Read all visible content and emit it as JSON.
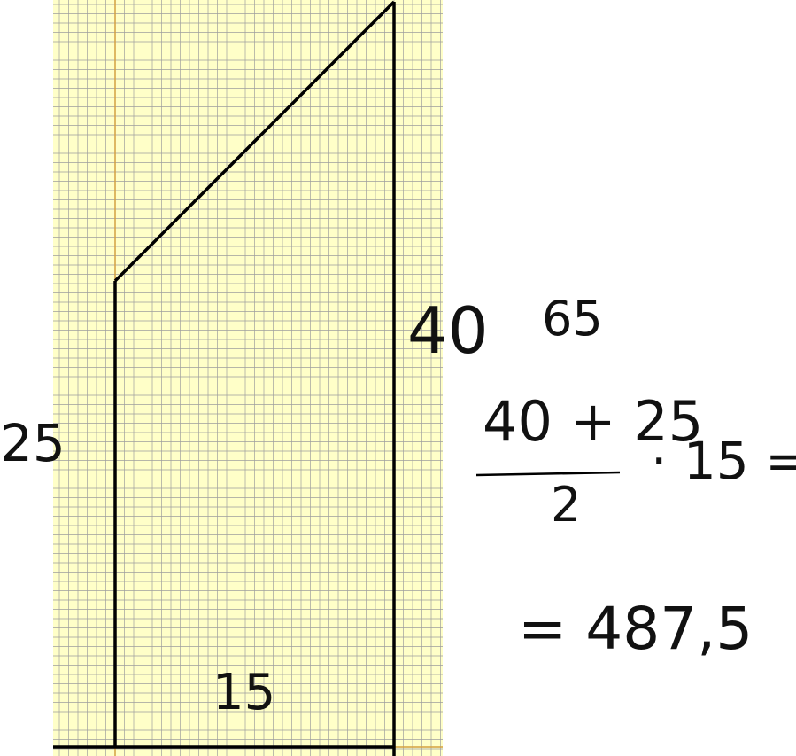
{
  "colors": {
    "paper": "#ffffc8",
    "grid_minor": "#9e9e9e",
    "grid_axis": "#d4a040",
    "ink": "#000000"
  },
  "figure": {
    "shape": "trapezoid",
    "left_side_label": "25",
    "right_side_label": "40",
    "bottom_label": "15"
  },
  "notes": {
    "sum_note": "65",
    "numerator": "40 + 25",
    "denominator": "2",
    "multiplier": "· 15 =",
    "result": "= 487,5"
  }
}
